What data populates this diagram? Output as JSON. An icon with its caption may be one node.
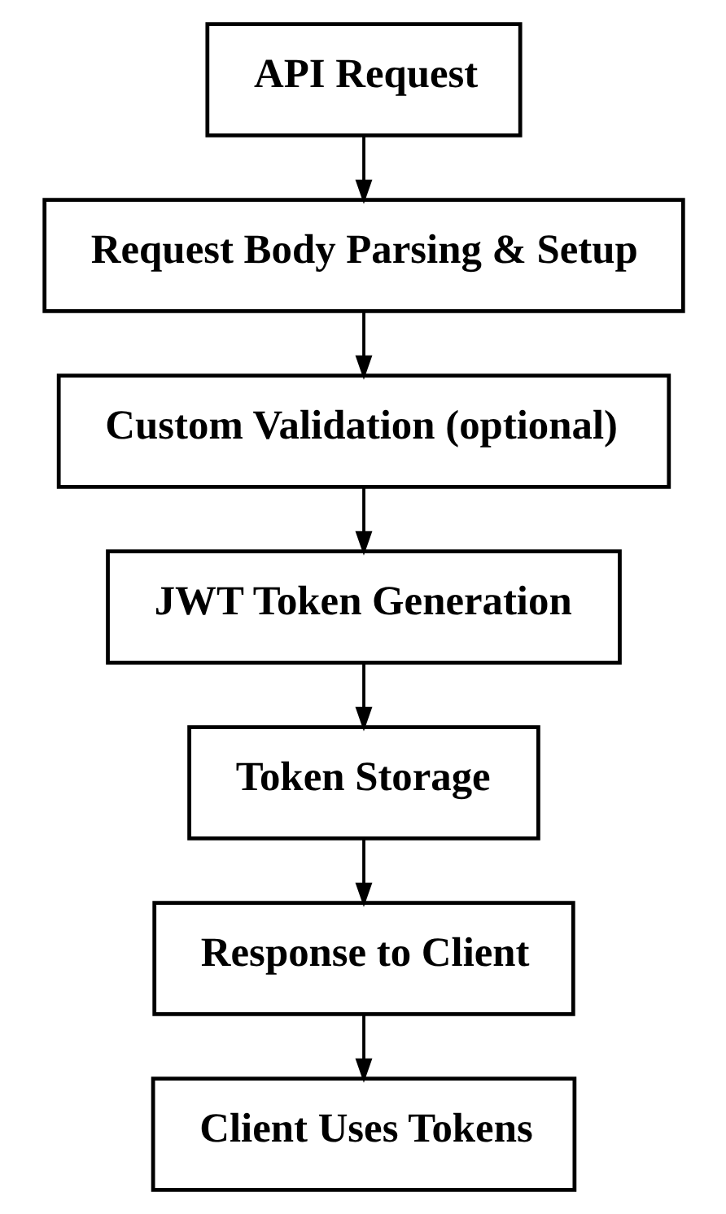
{
  "diagram": {
    "nodes": [
      {
        "text": [
          "API Request"
        ]
      },
      {
        "text": [
          "Request Body Parsing & Setup"
        ]
      },
      {
        "text": [
          "Custom Validation (optional)"
        ]
      },
      {
        "text": [
          "JWT Token Generation"
        ]
      },
      {
        "text": [
          "Token Storage"
        ]
      },
      {
        "text": [
          "Response to Client"
        ]
      },
      {
        "text": [
          "Client Uses Tokens"
        ]
      }
    ],
    "edges": [
      {
        "from": 0,
        "to": 1,
        "arrow": "to"
      },
      {
        "from": 1,
        "to": 2,
        "arrow": "to"
      },
      {
        "from": 2,
        "to": 3,
        "arrow": "to"
      },
      {
        "from": 3,
        "to": 4,
        "arrow": "to"
      },
      {
        "from": 4,
        "to": 5,
        "arrow": "to"
      },
      {
        "from": 5,
        "to": 6,
        "arrow": "to"
      }
    ]
  }
}
